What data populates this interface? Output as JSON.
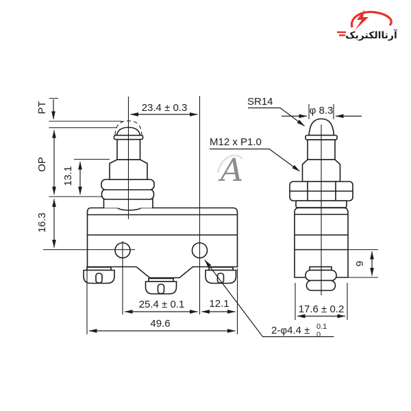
{
  "logo": {
    "text": "آرتاالکتریک",
    "color": "#e6332a"
  },
  "watermark": {
    "letter": "A"
  },
  "front_view": {
    "pt": "PT",
    "op": "OP",
    "plunger_travel": "13.1",
    "top_to_hole": "16.3",
    "center_to_hole": "23.4 ± 0.3",
    "hole_pitch": "25.4 ± 0.1",
    "hole_to_edge": "12.1",
    "overall_width": "49.6"
  },
  "side_view": {
    "dome_radius": "SR14",
    "plunger_dia": "φ 8.3",
    "thread_spec": "M12 x P1.0",
    "hole_height": "9",
    "body_depth": "17.6 ± 0.2",
    "hole_note": "2-φ4.4 ±",
    "hole_tol_upper": "0.1",
    "hole_tol_lower": "0"
  }
}
